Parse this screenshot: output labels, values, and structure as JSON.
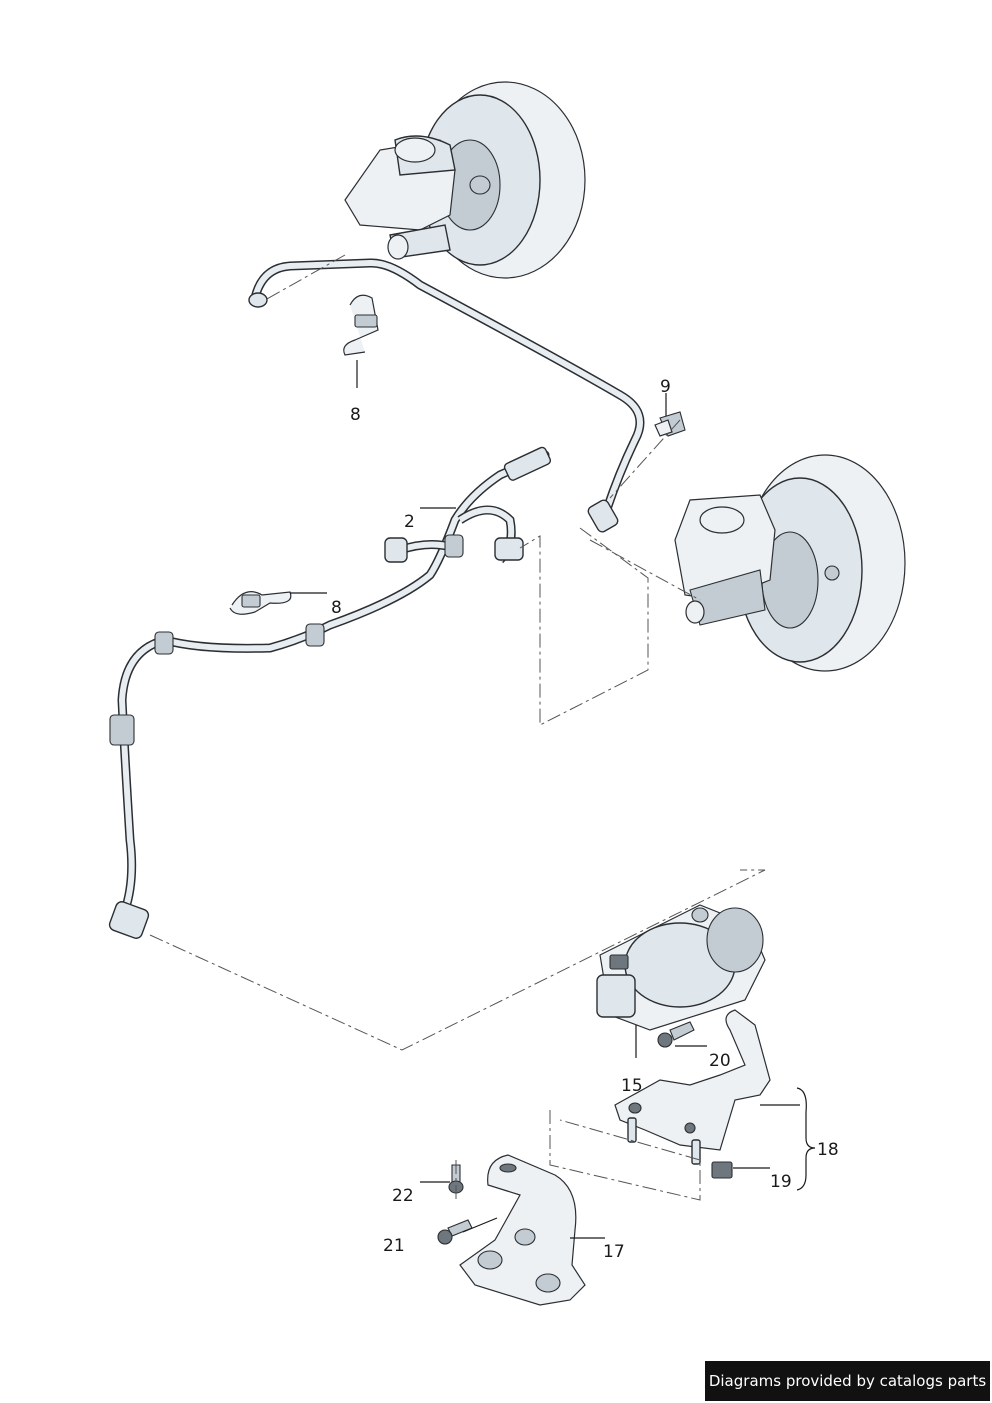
{
  "callouts": {
    "c2": "2",
    "c8a": "8",
    "c8b": "8",
    "c9": "9",
    "c15": "15",
    "c17": "17",
    "c18": "18",
    "c19": "19",
    "c20": "20",
    "c21": "21",
    "c22": "22"
  },
  "footer": {
    "text": "Diagrams provided by catalogs parts"
  }
}
